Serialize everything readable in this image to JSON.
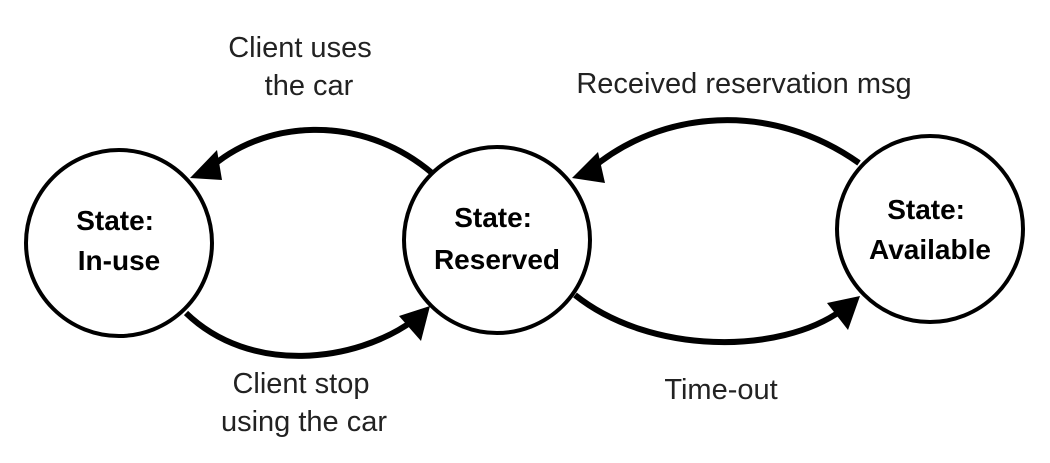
{
  "states": [
    {
      "id": "in-use",
      "lines": [
        "State:",
        "In-use"
      ]
    },
    {
      "id": "reserved",
      "lines": [
        "State:",
        "Reserved"
      ]
    },
    {
      "id": "available",
      "lines": [
        "State:",
        "Available"
      ]
    }
  ],
  "transitions": [
    {
      "from": "reserved",
      "to": "in-use",
      "lines": [
        "Client uses",
        "the car"
      ]
    },
    {
      "from": "in-use",
      "to": "reserved",
      "lines": [
        "Client stop",
        "using the car"
      ]
    },
    {
      "from": "available",
      "to": "reserved",
      "lines": [
        "Received reservation msg"
      ]
    },
    {
      "from": "reserved",
      "to": "available",
      "lines": [
        "Time-out"
      ]
    }
  ],
  "colors": {
    "node_stroke": "#000000",
    "edge": "#000000",
    "edge_label_text": "#222222",
    "background": "#ffffff"
  }
}
